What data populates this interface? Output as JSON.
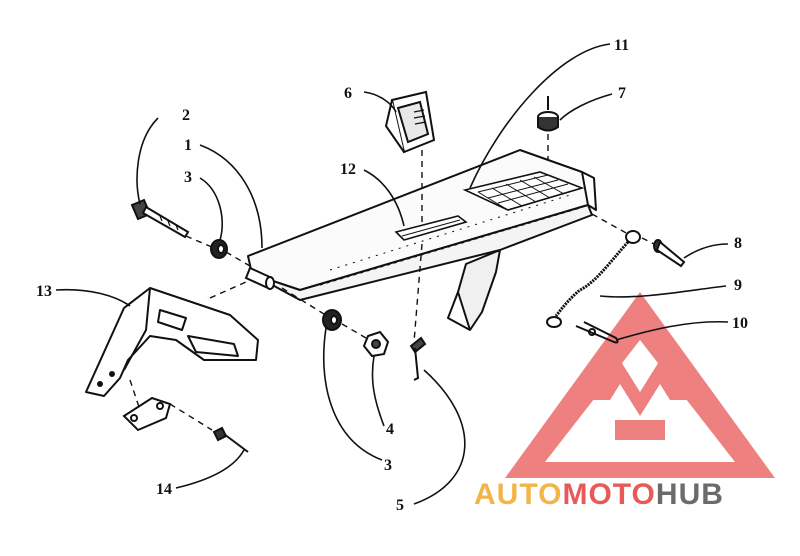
{
  "callouts": [
    "1",
    "2",
    "3",
    "3",
    "4",
    "5",
    "6",
    "7",
    "8",
    "9",
    "10",
    "11",
    "12",
    "13",
    "14"
  ],
  "watermark": {
    "part1": "AUTO",
    "part2": "MOTO",
    "part3": "HUB",
    "color_orange": "#f2b54a",
    "color_red": "#e85a5a",
    "color_gray": "#6b6b6b",
    "logo_color": "#ec6a6a"
  }
}
